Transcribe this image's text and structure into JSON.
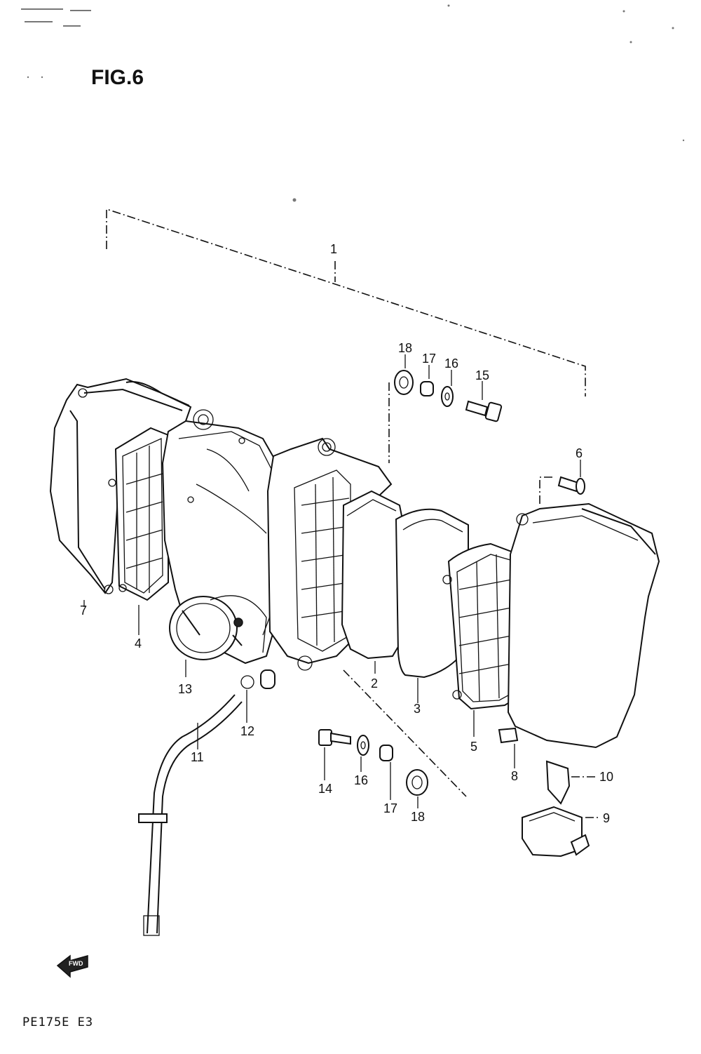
{
  "figure": {
    "title": "FIG.6"
  },
  "callouts": {
    "c1": "1",
    "c2": "2",
    "c3": "3",
    "c4": "4",
    "c5": "5",
    "c6": "6",
    "c7": "7",
    "c8": "8",
    "c9": "9",
    "c10": "10",
    "c11": "11",
    "c12": "12",
    "c13": "13",
    "c14": "14",
    "c15": "15",
    "c16a": "16",
    "c17a": "17",
    "c18a": "18",
    "c16b": "16",
    "c17b": "17",
    "c18b": "18"
  },
  "fwd_arrow": {
    "label": "FWD"
  },
  "footer": {
    "model_code": "PE175E E3"
  }
}
